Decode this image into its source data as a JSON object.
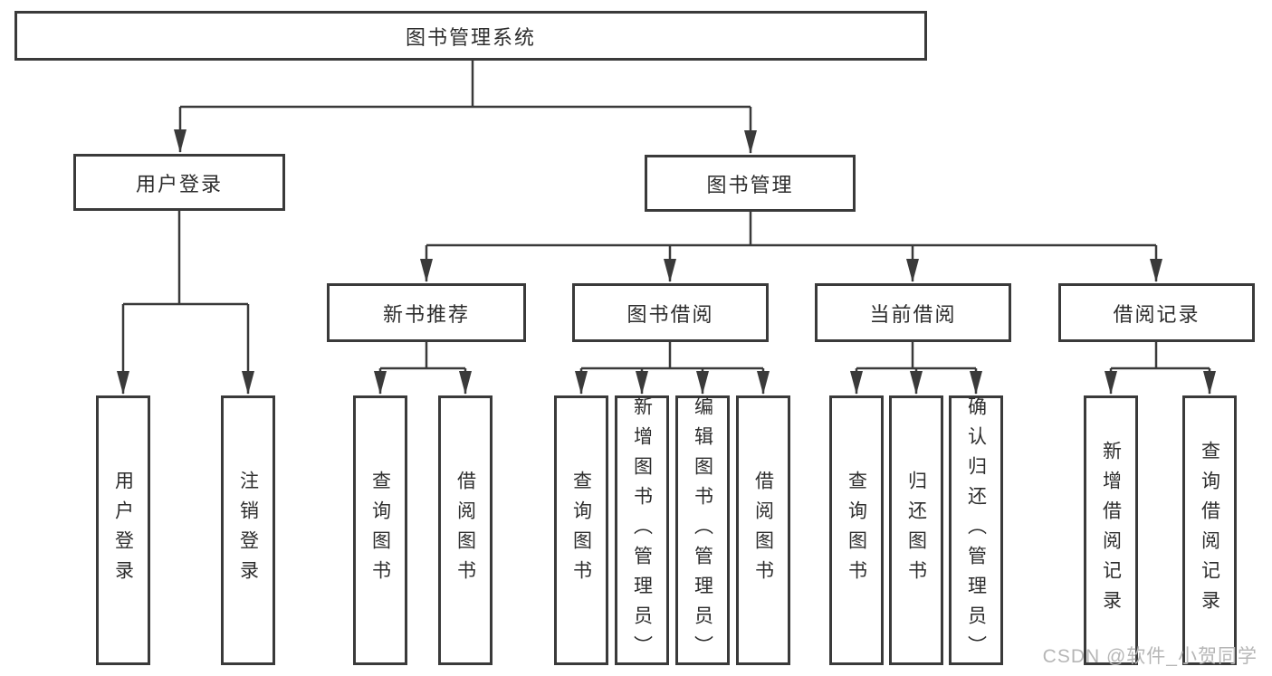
{
  "diagram_title": "图书管理系统",
  "tree": {
    "label": "图书管理系统",
    "children": [
      {
        "label": "用户登录",
        "children": [
          {
            "label": "用户登录"
          },
          {
            "label": "注销登录"
          }
        ]
      },
      {
        "label": "图书管理",
        "children": [
          {
            "label": "新书推荐",
            "children": [
              {
                "label": "查询图书"
              },
              {
                "label": "借阅图书"
              }
            ]
          },
          {
            "label": "图书借阅",
            "children": [
              {
                "label": "查询图书"
              },
              {
                "label": "新增图书（管理员）"
              },
              {
                "label": "编辑图书（管理员）"
              },
              {
                "label": "借阅图书"
              }
            ]
          },
          {
            "label": "当前借阅",
            "children": [
              {
                "label": "查询图书"
              },
              {
                "label": "归还图书"
              },
              {
                "label": "确认归还（管理员）"
              }
            ]
          },
          {
            "label": "借阅记录",
            "children": [
              {
                "label": "新增借阅记录"
              },
              {
                "label": "查询借阅记录"
              }
            ]
          }
        ]
      }
    ]
  },
  "watermark": "CSDN @软件_小贺同学",
  "colors": {
    "line": "#3a3a3a",
    "border": "#3a3a3a",
    "text": "#2d2d2d",
    "watermark": "#b6b6b6",
    "background": "#ffffff"
  }
}
